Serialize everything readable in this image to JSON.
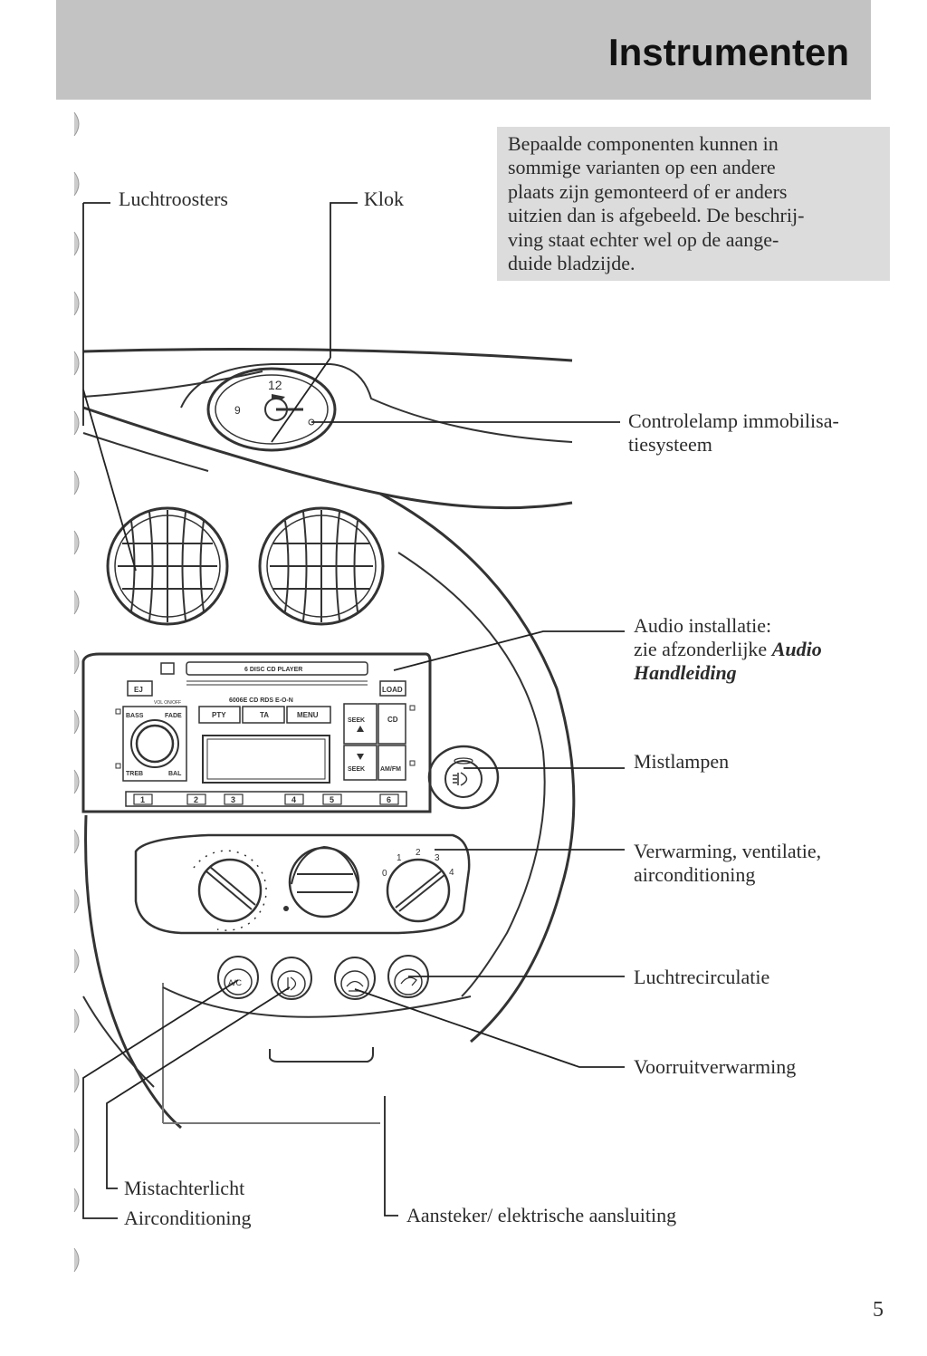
{
  "header": {
    "title": "Instrumenten"
  },
  "note": {
    "lines": [
      "Bepaalde componenten kunnen in",
      "sommige varianten op een andere",
      "plaats zijn gemonteerd of er anders",
      "uitzien dan is afgebeeld. De beschrij-",
      "ving staat echter wel op de aange-",
      "duide bladzijde."
    ]
  },
  "labels": {
    "luchtroosters": "Luchtroosters",
    "klok": "Klok",
    "immobiliser": [
      "Controlelamp immobilisa-",
      "tiesysteem"
    ],
    "audio_line1": "Audio installatie:",
    "audio_line2_prefix": "zie afzonderlijke ",
    "audio_line2_bold": "Audio",
    "audio_line3": "Handleiding",
    "mistlampen": "Mistlampen",
    "verwarming": [
      "Verwarming, ventilatie,",
      "airconditioning"
    ],
    "luchtrecirculatie": "Luchtrecirculatie",
    "voorruitverwarming": "Voorruitverwarming",
    "mistachterlicht": "Mistachterlicht",
    "airconditioning": "Airconditioning",
    "aansteker": "Aansteker/ elektrische aansluiting"
  },
  "radio": {
    "cd_player": "6 DISC CD PLAYER",
    "model": "6006E  CD RDS E-O-N",
    "vol": "VOL ON/OFF",
    "buttons": {
      "ej": "EJ",
      "load": "LOAD",
      "bass": "BASS",
      "fade": "FADE",
      "treb": "TREB",
      "bal": "BAL",
      "pty": "PTY",
      "ta": "TA",
      "menu": "MENU",
      "seek_up": "SEEK",
      "seek_down": "SEEK",
      "cd": "CD",
      "amfm": "AM/FM"
    },
    "presets": [
      "1",
      "2",
      "3",
      "4",
      "5",
      "6"
    ]
  },
  "clock": {
    "twelve": "12",
    "nine": "9"
  },
  "climate": {
    "fan_scale": [
      "0",
      "1",
      "2",
      "3",
      "4"
    ],
    "ac_label": "A/C"
  },
  "page_number": "5"
}
